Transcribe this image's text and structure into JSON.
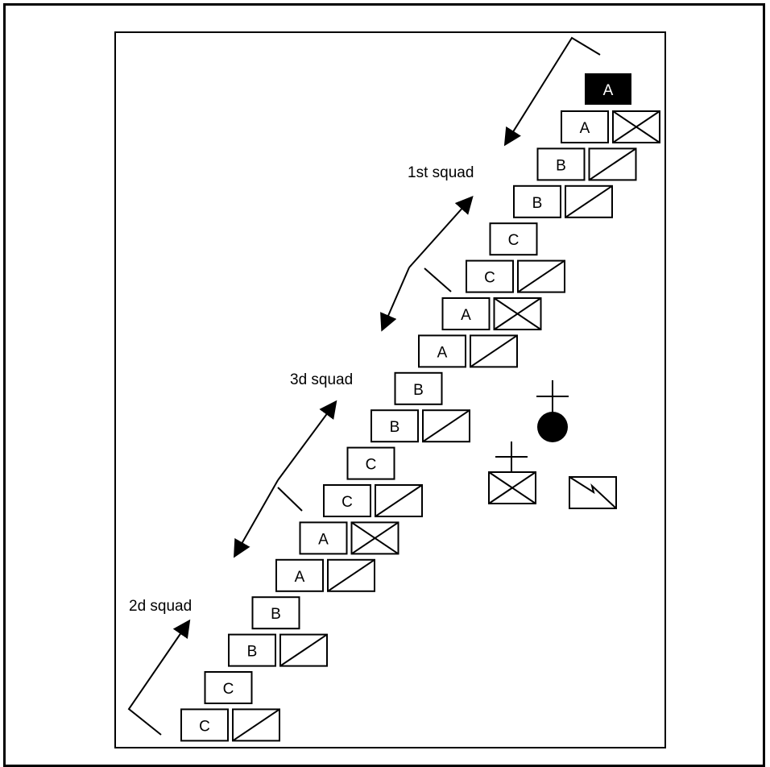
{
  "diagram": {
    "squad_labels": {
      "first": "1st squad",
      "third": "3d squad",
      "second": "2d squad"
    },
    "leader_letter": "A",
    "rows": [
      {
        "letter": "A",
        "symbol": "cross"
      },
      {
        "letter": "B",
        "symbol": "slash"
      },
      {
        "letter": "B",
        "symbol": "slash"
      },
      {
        "letter": "C",
        "symbol": "none"
      },
      {
        "letter": "C",
        "symbol": "slash"
      },
      {
        "letter": "A",
        "symbol": "cross"
      },
      {
        "letter": "A",
        "symbol": "slash"
      },
      {
        "letter": "B",
        "symbol": "none"
      },
      {
        "letter": "B",
        "symbol": "slash"
      },
      {
        "letter": "C",
        "symbol": "none"
      },
      {
        "letter": "C",
        "symbol": "slash"
      },
      {
        "letter": "A",
        "symbol": "cross"
      },
      {
        "letter": "A",
        "symbol": "slash"
      },
      {
        "letter": "B",
        "symbol": "none"
      },
      {
        "letter": "B",
        "symbol": "slash"
      },
      {
        "letter": "C",
        "symbol": "none"
      },
      {
        "letter": "C",
        "symbol": "slash"
      }
    ],
    "standalone_symbols": [
      "platoon-leader-dot-icon",
      "machine-gun-cross-icon",
      "radio-zigzag-icon"
    ]
  }
}
